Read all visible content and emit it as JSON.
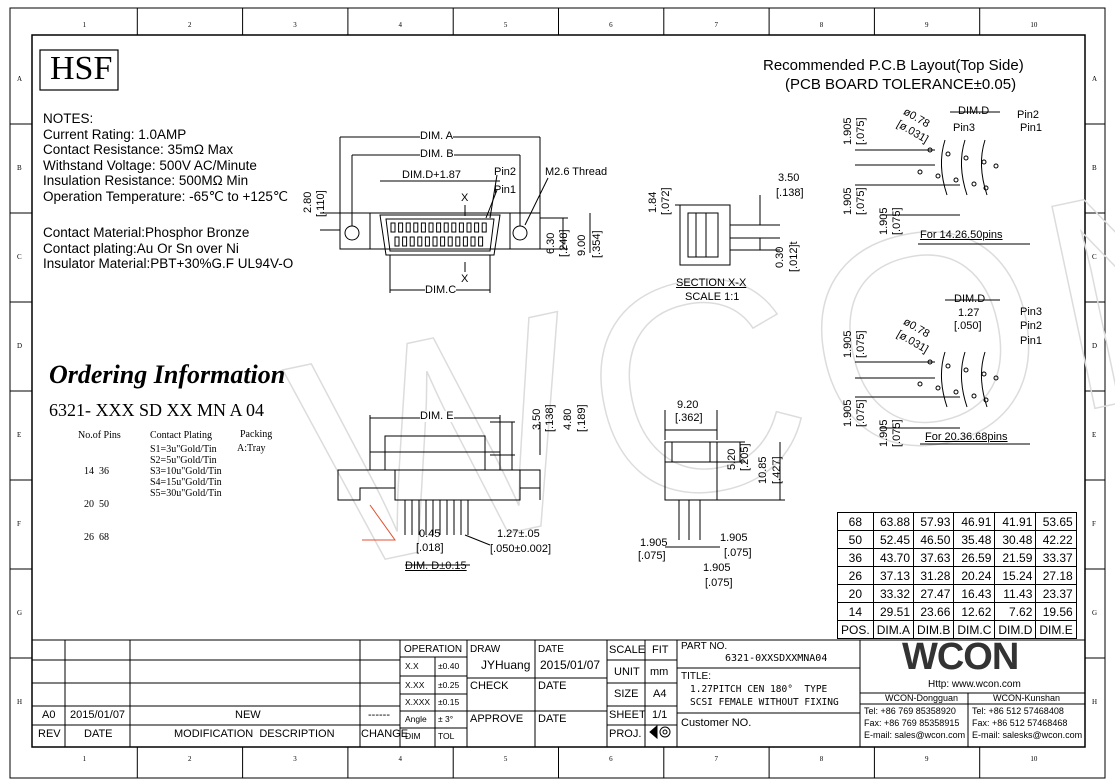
{
  "border": {
    "top_nums": [
      "1",
      "2",
      "3",
      "4",
      "5",
      "6",
      "7",
      "8",
      "9",
      "10"
    ],
    "side_letters": [
      "A",
      "B",
      "C",
      "D",
      "E",
      "F",
      "G",
      "H"
    ]
  },
  "brand": {
    "hsf": "HSF"
  },
  "notes": {
    "heading": "NOTES:",
    "lines": [
      "Current Rating: 1.0AMP",
      "Contact Resistance: 35mΩ Max",
      "Withstand Voltage: 500V AC/Minute",
      "Insulation Resistance: 500MΩ Min",
      "Operation Temperature: -65℃ to +125℃"
    ],
    "materials": [
      "Contact Material:Phosphor Bronze",
      "Contact plating:Au Or Sn over Ni",
      "Insulator Material:PBT+30%G.F UL94V-O"
    ]
  },
  "ordering": {
    "title": "Ordering Information",
    "part_code": "6321- XXX SD XX MN A 04",
    "pins_heading": "No.of Pins",
    "pins": [
      "14  36",
      "20  50",
      "26  68"
    ],
    "plating_heading": "Contact Plating",
    "plating": [
      "S1=3u\"Gold/Tin",
      "S2=5u\"Gold/Tin",
      "S3=10u\"Gold/Tin",
      "S4=15u\"Gold/Tin",
      "S5=30u\"Gold/Tin"
    ],
    "packing_heading": "Packing",
    "packing": "A:Tray"
  },
  "pcb_layout": {
    "title": "Recommended P.C.B Layout(Top Side)",
    "subtitle": "(PCB BOARD TOLERANCE±0.05)",
    "caption_a": "For 14.26.50pins",
    "caption_b": "For 20.36.68pins",
    "pin1": "Pin1",
    "pin2": "Pin2",
    "pin3": "Pin3",
    "dim_d": "DIM.D",
    "hole": "ø0.78",
    "hole_in": "[ø.031]",
    "d1905": "1.905",
    "d075": "[.075]",
    "d127": "1.27",
    "d050": "[.050]"
  },
  "front_view": {
    "dim_a": "DIM. A",
    "dim_b": "DIM. B",
    "dim_d187": "DIM.D+1.87",
    "dim_c": "DIM.C",
    "pin1": "Pin1",
    "pin2": "Pin2",
    "thread": "M2.6 Thread",
    "x": "X",
    "d280": "2.80",
    "d110": "[.110]",
    "d630": "6.30",
    "d248": "[.248]",
    "d900": "9.00",
    "d354": "[.354]"
  },
  "section": {
    "label": "SECTION X-X",
    "scale": "SCALE 1:1",
    "d184": "1.84",
    "d072": "[.072]",
    "d350": "3.50",
    "d138": "[.138]",
    "d030": "0.30",
    "d012": "[.012]t"
  },
  "bottom_view": {
    "dim_e": "DIM. E",
    "d350": "3.50",
    "d138": "[.138]",
    "d480": "4.80",
    "d189": "[.189]",
    "d045": "0.45",
    "d018": "[.018]",
    "dimd": "DIM. D±0.15",
    "d127": "1.27±.05",
    "d050": "[.050±0.002]"
  },
  "side_view": {
    "d920": "9.20",
    "d362": "[.362]",
    "d520": "5.20",
    "d205": "[.205]",
    "d1085": "10.85",
    "d427": "[.427]",
    "d1905": "1.905",
    "d075": "[.075]"
  },
  "dim_table": {
    "rows": [
      [
        "68",
        "63.88",
        "57.93",
        "46.91",
        "41.91",
        "53.65"
      ],
      [
        "50",
        "52.45",
        "46.50",
        "35.48",
        "30.48",
        "42.22"
      ],
      [
        "36",
        "43.70",
        "37.63",
        "26.59",
        "21.59",
        "33.37"
      ],
      [
        "26",
        "37.13",
        "31.28",
        "20.24",
        "15.24",
        "27.18"
      ],
      [
        "20",
        "33.32",
        "27.47",
        "16.43",
        "11.43",
        "23.37"
      ],
      [
        "14",
        "29.51",
        "23.66",
        "12.62",
        "7.62",
        "19.56"
      ]
    ],
    "header": [
      "POS.",
      "DIM.A",
      "DIM.B",
      "DIM.C",
      "DIM.D",
      "DIM.E"
    ]
  },
  "title_block": {
    "rev_row": {
      "rev": "A0",
      "date": "2015/01/07",
      "desc": "NEW",
      "change": "------"
    },
    "headers": {
      "rev": "REV",
      "date": "DATE",
      "desc": "MODIFICATION  DESCRIPTION",
      "change": "CHANGE"
    },
    "tol": {
      "title": "OPERATION",
      "rows": [
        [
          "X.X",
          "±0.40"
        ],
        [
          "X.XX",
          "±0.25"
        ],
        [
          "X.XXX",
          "±0.15"
        ],
        [
          "Angle",
          "± 3°"
        ],
        [
          "DIM",
          "TOL"
        ]
      ]
    },
    "draw_label": "DRAW",
    "draw_value": "JYHuang",
    "check_label": "CHECK",
    "approve_label": "APPROVE",
    "date_label": "DATE",
    "date_value": "2015/01/07",
    "scale_label": "SCALE",
    "scale_value": "FIT",
    "unit_label": "UNIT",
    "unit_value": "mm",
    "size_label": "SIZE",
    "size_value": "A4",
    "sheet_label": "SHEET",
    "sheet_value": "1/1",
    "proj_label": "PROJ.",
    "part_no_label": "PART NO.",
    "part_no": "6321-0XXSDXXMNA04",
    "title_label": "TITLE:",
    "title_line1": "1.27PITCH CEN 180°  TYPE",
    "title_line2": "SCSI FEMALE WITHOUT FIXING",
    "customer_label": "Customer NO."
  },
  "company": {
    "logo": "WCON",
    "http": "Http: www.wcon.com",
    "dg_name": "WCON-Dongguan",
    "dg_tel": "Tel: +86 769 85358920",
    "dg_fax": "Fax: +86 769 85358915",
    "dg_mail": "E-mail: sales@wcon.com",
    "ks_name": "WCON-Kunshan",
    "ks_tel": "Tel: +86 512 57468408",
    "ks_fax": "Fax: +86 512 57468468",
    "ks_mail": "E-mail: salesks@wcon.com"
  },
  "watermark": "WCON"
}
